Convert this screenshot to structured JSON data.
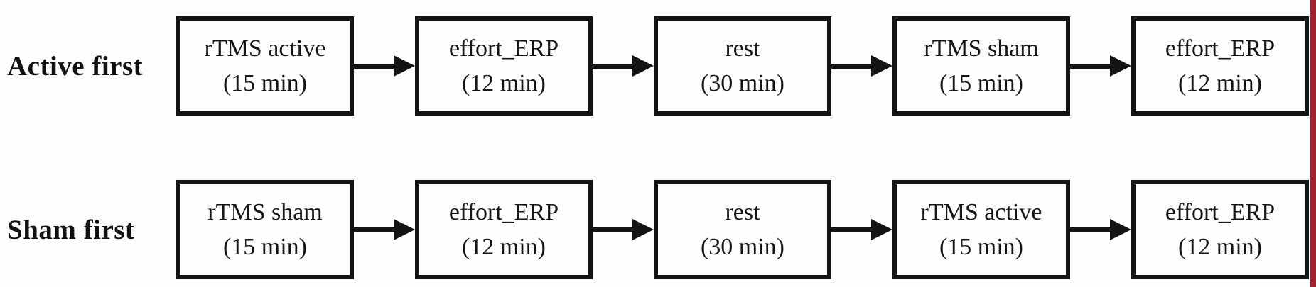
{
  "figure": {
    "type": "experimental-protocol-flowchart",
    "colors": {
      "background": "#fdfdfd",
      "line": "#141414",
      "text": "#161616",
      "right_edge_stripe": "#a32031"
    }
  },
  "rows": [
    {
      "label": "Active first",
      "boxes": [
        {
          "line1": "rTMS active",
          "line2": "(15 min)"
        },
        {
          "line1": "effort_ERP",
          "line2": "(12 min)"
        },
        {
          "line1": "rest",
          "line2": "(30 min)"
        },
        {
          "line1": "rTMS sham",
          "line2": "(15 min)"
        },
        {
          "line1": "effort_ERP",
          "line2": "(12 min)"
        }
      ]
    },
    {
      "label": "Sham first",
      "boxes": [
        {
          "line1": "rTMS sham",
          "line2": "(15 min)"
        },
        {
          "line1": "effort_ERP",
          "line2": "(12 min)"
        },
        {
          "line1": "rest",
          "line2": "(30 min)"
        },
        {
          "line1": "rTMS active",
          "line2": "(15 min)"
        },
        {
          "line1": "effort_ERP",
          "line2": "(12 min)"
        }
      ]
    }
  ]
}
